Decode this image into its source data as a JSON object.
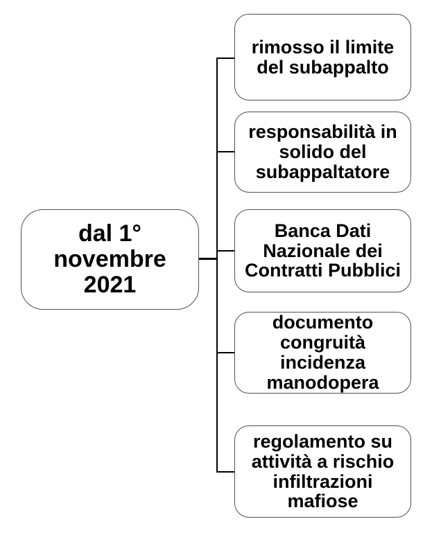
{
  "diagram": {
    "type": "hierarchy-right",
    "root": {
      "label": "dal 1°\nnovembre\n2021"
    },
    "branches": [
      {
        "label": "rimosso il limite\ndel subappalto"
      },
      {
        "label": "responsabilità in\nsolido del\nsubappaltatore"
      },
      {
        "label": "Banca Dati\nNazionale dei\nContratti Pubblici"
      },
      {
        "label": "documento\ncongruità\nincidenza\nmanodopera"
      },
      {
        "label": "regolamento su\nattività a rischio\ninfiltrazioni\nmafiose"
      }
    ],
    "colors": {
      "background": "#ffffff",
      "box_border": "#4f4f4f",
      "connector": "#000000",
      "text": "#000000"
    }
  }
}
